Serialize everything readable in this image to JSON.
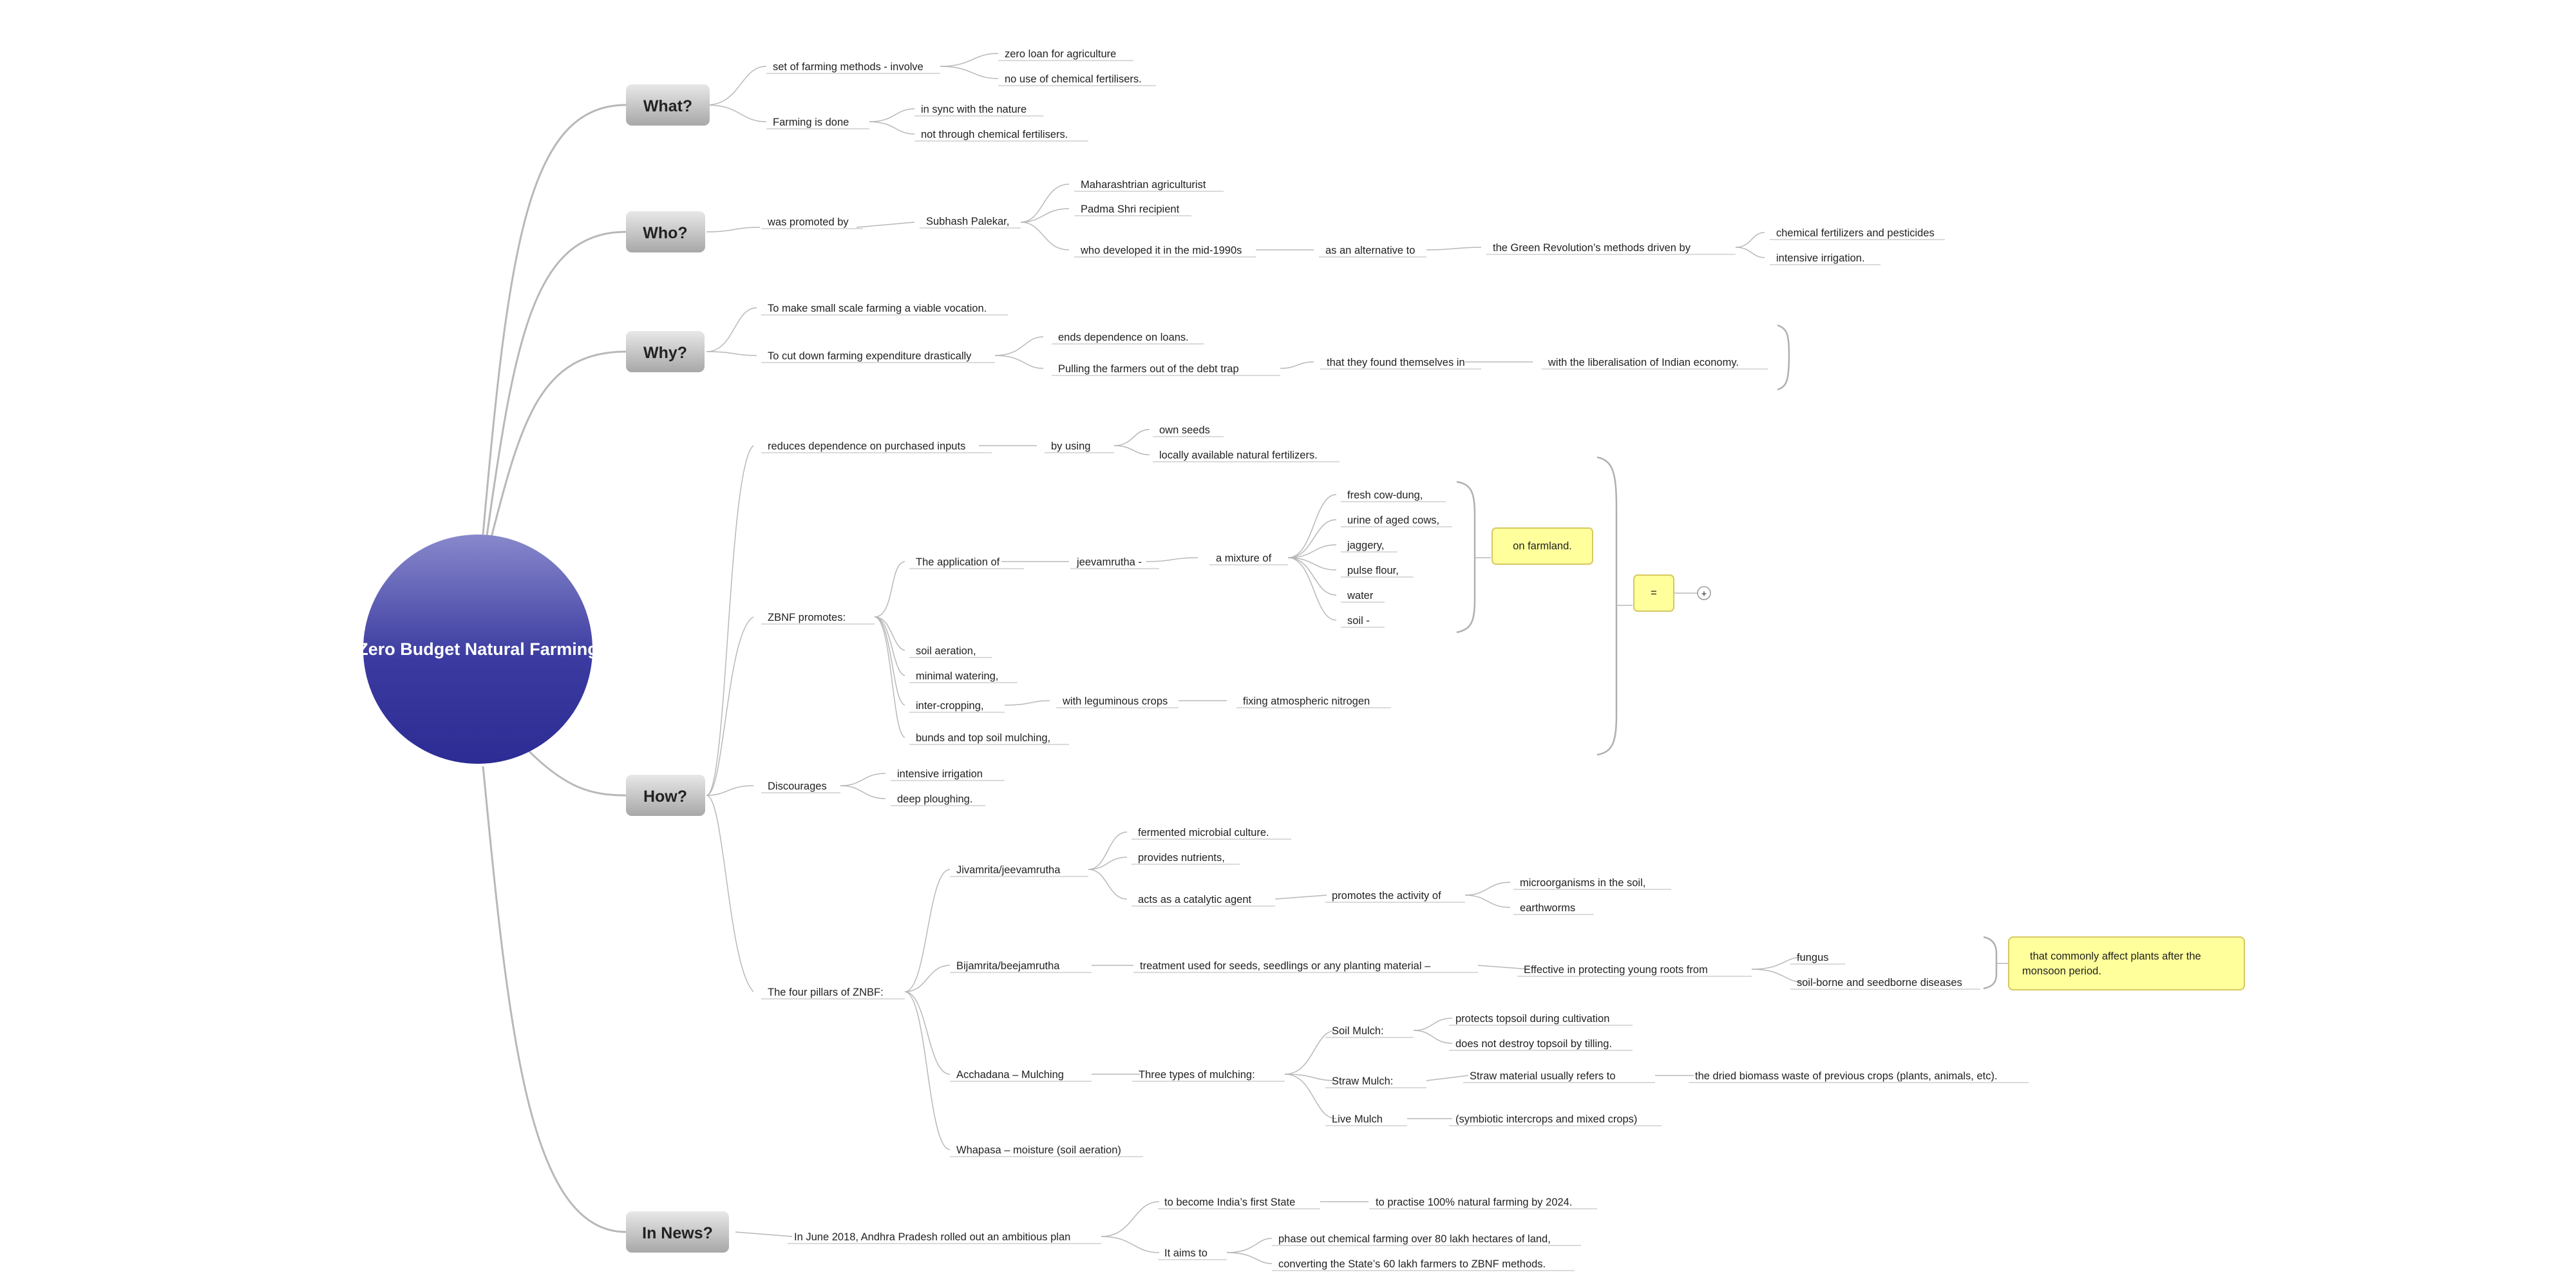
{
  "root": "Zero Budget Natural Farming",
  "main_topics": {
    "what": "What?",
    "who": "Who?",
    "why": "Why?",
    "how": "How?",
    "news": "In News?"
  },
  "what": {
    "set_of_methods": "set of farming methods - involve",
    "zero_loan": "zero loan for agriculture",
    "no_chemical": "no use of chemical fertilisers.",
    "farming_done": "Farming is done",
    "in_sync": "in sync with the nature",
    "not_through": "not through chemical fertilisers."
  },
  "who": {
    "promoted_by": "was promoted by",
    "palekar": "Subhash Palekar,",
    "agriculturist": "Maharashtrian agriculturist",
    "padma": "Padma Shri recipient",
    "developed": "who developed it in the mid-1990s",
    "alternative": "as an alternative to",
    "green_rev": "the Green Revolution’s methods driven by",
    "chem_fert": "chemical fertilizers and pesticides",
    "intensive": "intensive irrigation."
  },
  "why": {
    "viable": "To make small scale farming a viable vocation.",
    "cut_down": "To cut down farming expenditure drastically",
    "ends_dependence": "ends dependence on loans.",
    "pulling": "Pulling the farmers out of the debt trap",
    "found_themselves": "that they found themselves in",
    "liberalisation": "with the liberalisation of Indian economy."
  },
  "how": {
    "reduces": "reduces dependence on purchased inputs",
    "by_using": "by using",
    "own_seeds": "own seeds",
    "local_fert": "locally available natural fertilizers.",
    "promotes": "ZBNF promotes:",
    "application": "The application of",
    "jeevamrutha": "jeevamrutha -",
    "mixture": "a mixture of",
    "ingredients": [
      "fresh cow-dung,",
      "urine of aged cows,",
      "jaggery,",
      "pulse flour,",
      "water",
      "soil -"
    ],
    "on_farmland": "on farmland.",
    "equals": "=",
    "expand": "+",
    "aeration": "soil aeration,",
    "watering": "minimal watering,",
    "intercropping": "inter-cropping,",
    "leguminous": "with leguminous crops",
    "nitrogen": "fixing atmospheric nitrogen",
    "bunds": "bunds and top soil mulching,",
    "discourages": "Discourages",
    "irrigation": "intensive irrigation",
    "ploughing": "deep ploughing.",
    "pillars": "The four pillars of ZNBF:",
    "jivamrita": "Jivamrita/jeevamrutha",
    "fermented": "fermented microbial culture.",
    "nutrients": "provides nutrients,",
    "catalytic": "acts as a catalytic agent",
    "promotes_activity": "promotes the activity of",
    "microorganisms": "microorganisms in the soil,",
    "earthworms": "earthworms",
    "bijamrita": "Bijamrita/beejamrutha",
    "treatment": "treatment used for seeds, seedlings or any planting material –",
    "effective": "Effective in protecting young roots from",
    "fungus": "fungus",
    "soilborne": "soil-borne and seedborne diseases",
    "callout_line1": "that commonly affect plants after the",
    "callout_line2": "monsoon period.",
    "acchadana": "Acchadana – Mulching",
    "three_types": "Three types of mulching:",
    "soil_mulch": "Soil Mulch:",
    "protects": "protects topsoil during cultivation",
    "no_tilling": "does not destroy topsoil by tilling.",
    "straw_mulch": "Straw Mulch:",
    "straw_refers": "Straw material usually refers to",
    "dried_biomass": "the dried biomass waste of previous crops (plants, animals, etc).",
    "live_mulch": "Live Mulch",
    "symbiotic": "(symbiotic intercrops and mixed crops)",
    "whapasa": "Whapasa – moisture (soil aeration)"
  },
  "news": {
    "june": "In June 2018, Andhra Pradesh rolled out an ambitious plan",
    "first_state": "to become India’s first State",
    "practise": "to practise 100% natural farming by 2024.",
    "aims": "It aims to",
    "phase_out": "phase out chemical farming over 80 lakh hectares of land,",
    "converting": "converting the State’s 60 lakh farmers to ZBNF methods."
  },
  "colors": {
    "root_top": "#8585c8",
    "root_bottom": "#2e2e96",
    "topic_top": "#e6e6e6",
    "topic_bottom": "#aeaeae",
    "callout_fill": "#ffff9c",
    "callout_stroke": "#d6c861",
    "connector": "#b8b8b8"
  }
}
